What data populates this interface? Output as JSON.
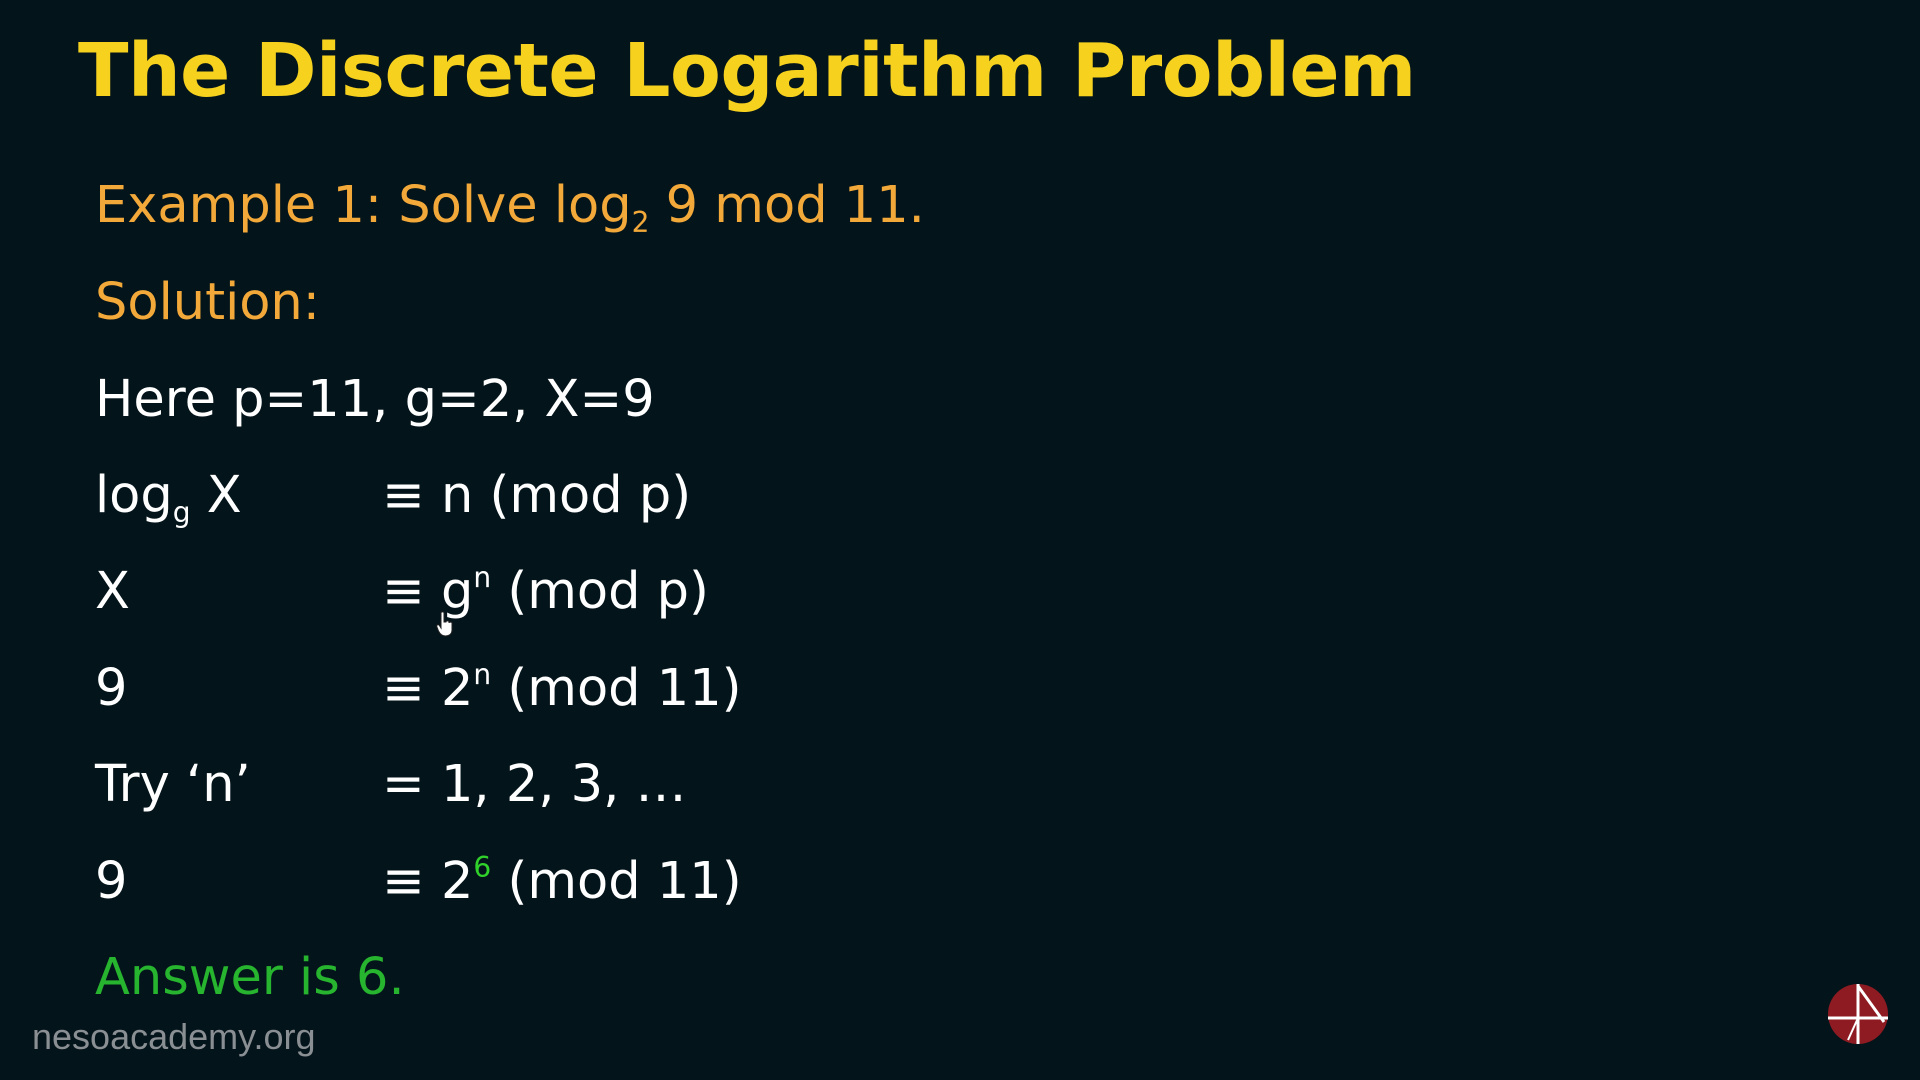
{
  "slide": {
    "title": "The Discrete Logarithm Problem",
    "example": {
      "prefix": "Example 1: Solve log",
      "subscript": "2",
      "suffix": " 9 mod 11."
    },
    "solution_label": "Solution:",
    "given": "Here p=11, g=2, X=9",
    "rows": [
      {
        "lhs_main": "log",
        "lhs_sub": "g",
        "lhs_after": " X",
        "rhs_before": "≡ n (mod p)",
        "rhs_sup": "",
        "rhs_after": ""
      },
      {
        "lhs_main": "X",
        "rhs_before": "≡ g",
        "rhs_sup": "n",
        "rhs_after": " (mod p)"
      },
      {
        "lhs_main": "9",
        "rhs_before": "≡ 2",
        "rhs_sup": "n",
        "rhs_after": " (mod 11)"
      },
      {
        "lhs_main": "Try ‘n’",
        "rhs_before": "= 1, 2, 3, …",
        "rhs_sup": "",
        "rhs_after": ""
      },
      {
        "lhs_main": "9",
        "rhs_before": "≡ 2",
        "rhs_sup": "6",
        "rhs_after": " (mod 11)"
      }
    ],
    "answer": "Answer is 6."
  },
  "watermark": "nesoacademy.org",
  "colors": {
    "background": "#04141b",
    "title": "#f6d21f",
    "heading": "#f3a93a",
    "body": "#ffffff",
    "answer": "#27b42e"
  },
  "icons": {
    "logo": "neso-academy-logo-icon",
    "cursor": "mouse-pointer-icon"
  }
}
